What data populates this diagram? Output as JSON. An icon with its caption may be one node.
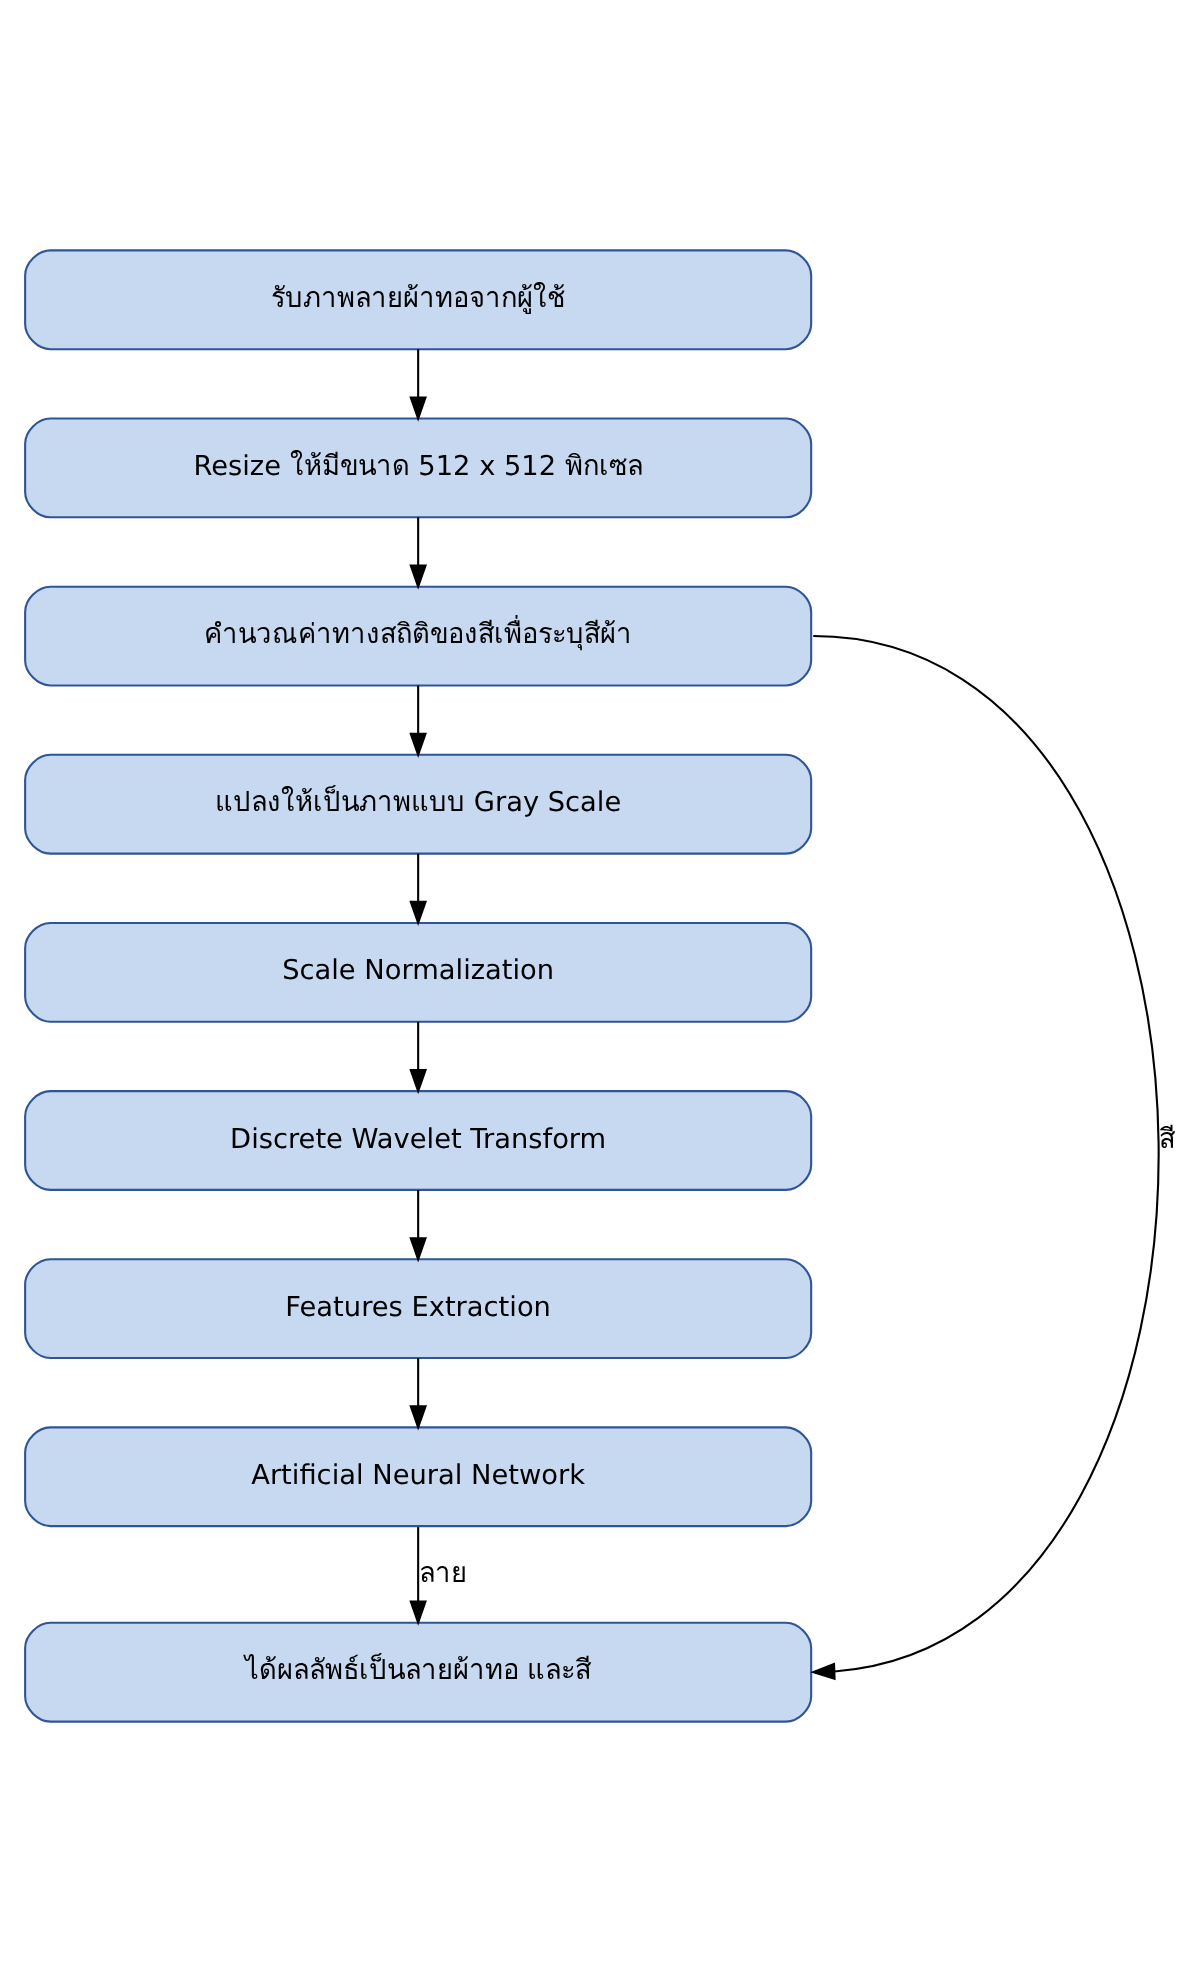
{
  "diagram": {
    "nodes": [
      {
        "text": [
          "รับภาพลายผ้าทอจากผู้ใช้"
        ]
      },
      {
        "text": [
          "Resize ให้มีขนาด 512 x 512 พิกเซล"
        ]
      },
      {
        "text": [
          "คำนวณค่าทางสถิติของสีเพื่อระบุสีผ้า"
        ]
      },
      {
        "text": [
          "แปลงให้เป็นภาพแบบ Gray Scale"
        ]
      },
      {
        "text": [
          "Scale Normalization"
        ]
      },
      {
        "text": [
          "Discrete Wavelet Transform"
        ]
      },
      {
        "text": [
          "Features Extraction"
        ]
      },
      {
        "text": [
          "Artificial Neural Network"
        ]
      },
      {
        "text": [
          "ได้ผลลัพธ์เป็นลายผ้าทอ และสี"
        ]
      }
    ],
    "edges": [
      {
        "from": 0,
        "to": 1,
        "arrow": "to"
      },
      {
        "from": 1,
        "to": 2,
        "arrow": "to"
      },
      {
        "from": 2,
        "to": 3,
        "arrow": "to"
      },
      {
        "from": 3,
        "to": 4,
        "arrow": "to"
      },
      {
        "from": 4,
        "to": 5,
        "arrow": "to"
      },
      {
        "from": 5,
        "to": 6,
        "arrow": "to"
      },
      {
        "from": 6,
        "to": 7,
        "arrow": "to"
      },
      {
        "from": 7,
        "to": 8,
        "arrow": "to",
        "label": "ลาย"
      },
      {
        "from": 2,
        "to": 8,
        "arrow": "to",
        "label": "สี"
      }
    ]
  }
}
